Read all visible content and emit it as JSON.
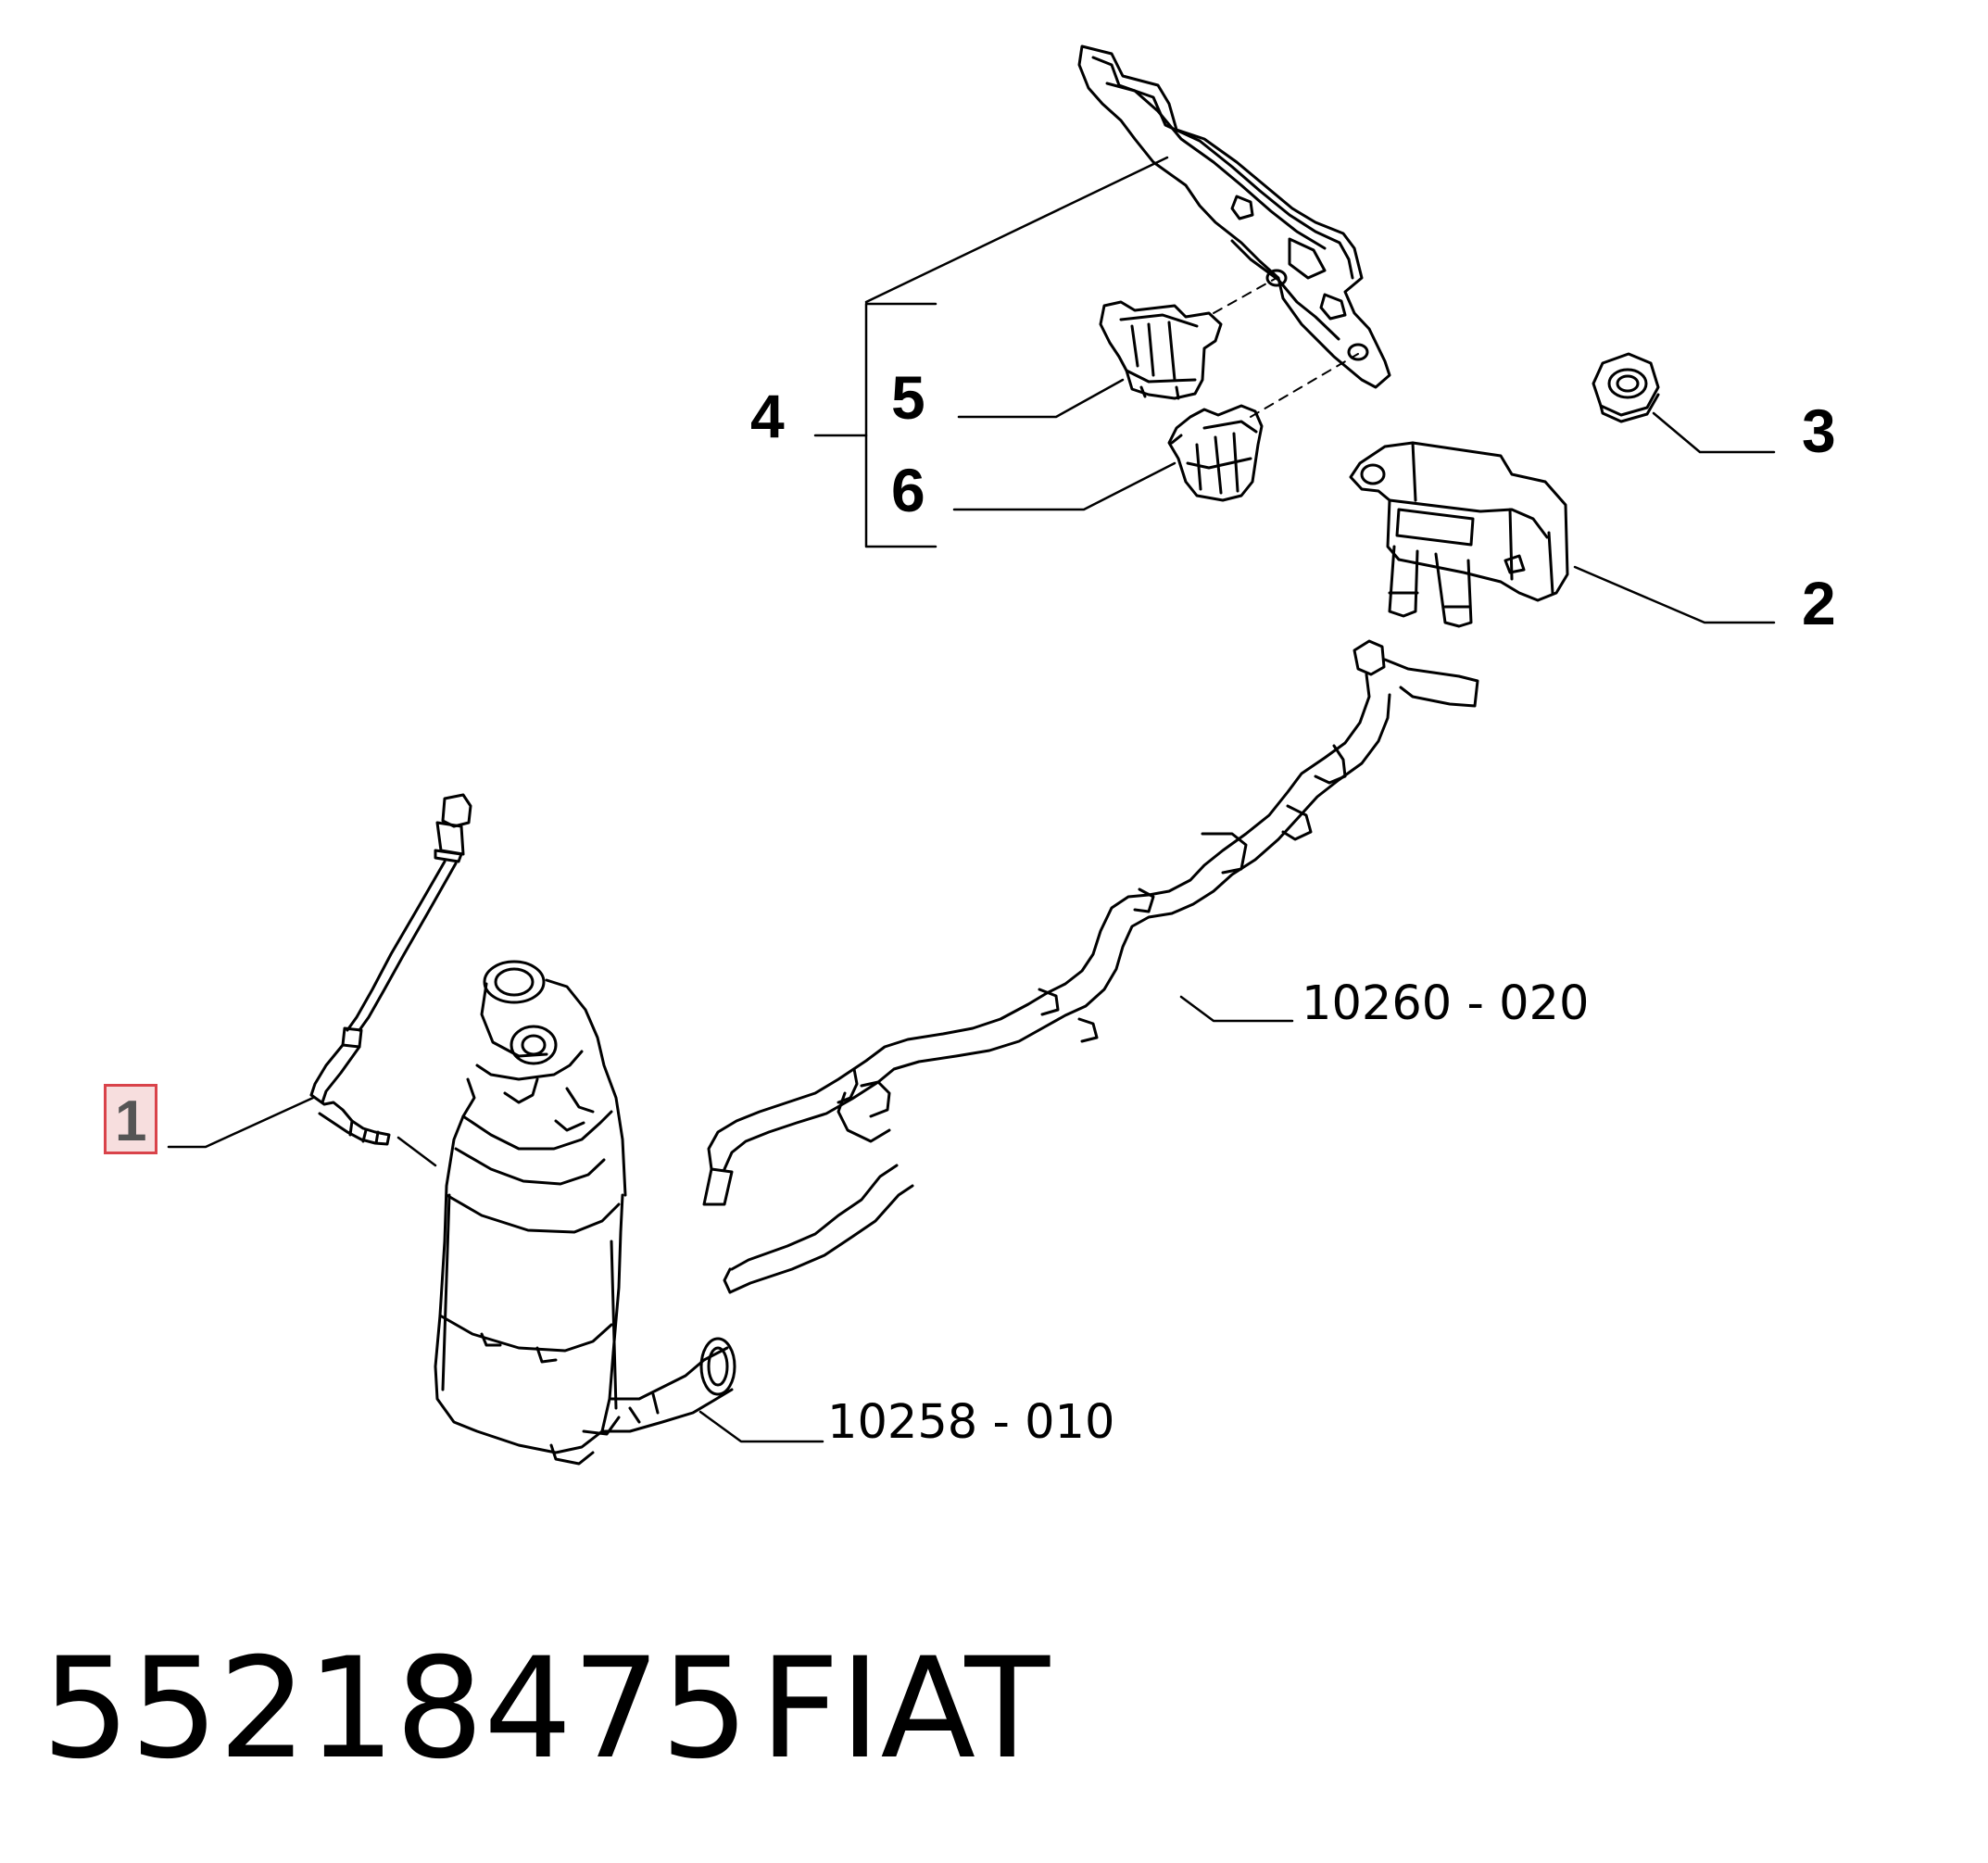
{
  "callouts": {
    "item1": "1",
    "item2": "2",
    "item3": "3",
    "item4": "4",
    "item5": "5",
    "item6": "6"
  },
  "references": {
    "pipe_group": "10260 - 020",
    "catalyst_group": "10258 - 010"
  },
  "caption": {
    "part_number": "55218475",
    "brand": "FIAT"
  },
  "highlight_color": "#d9434a"
}
